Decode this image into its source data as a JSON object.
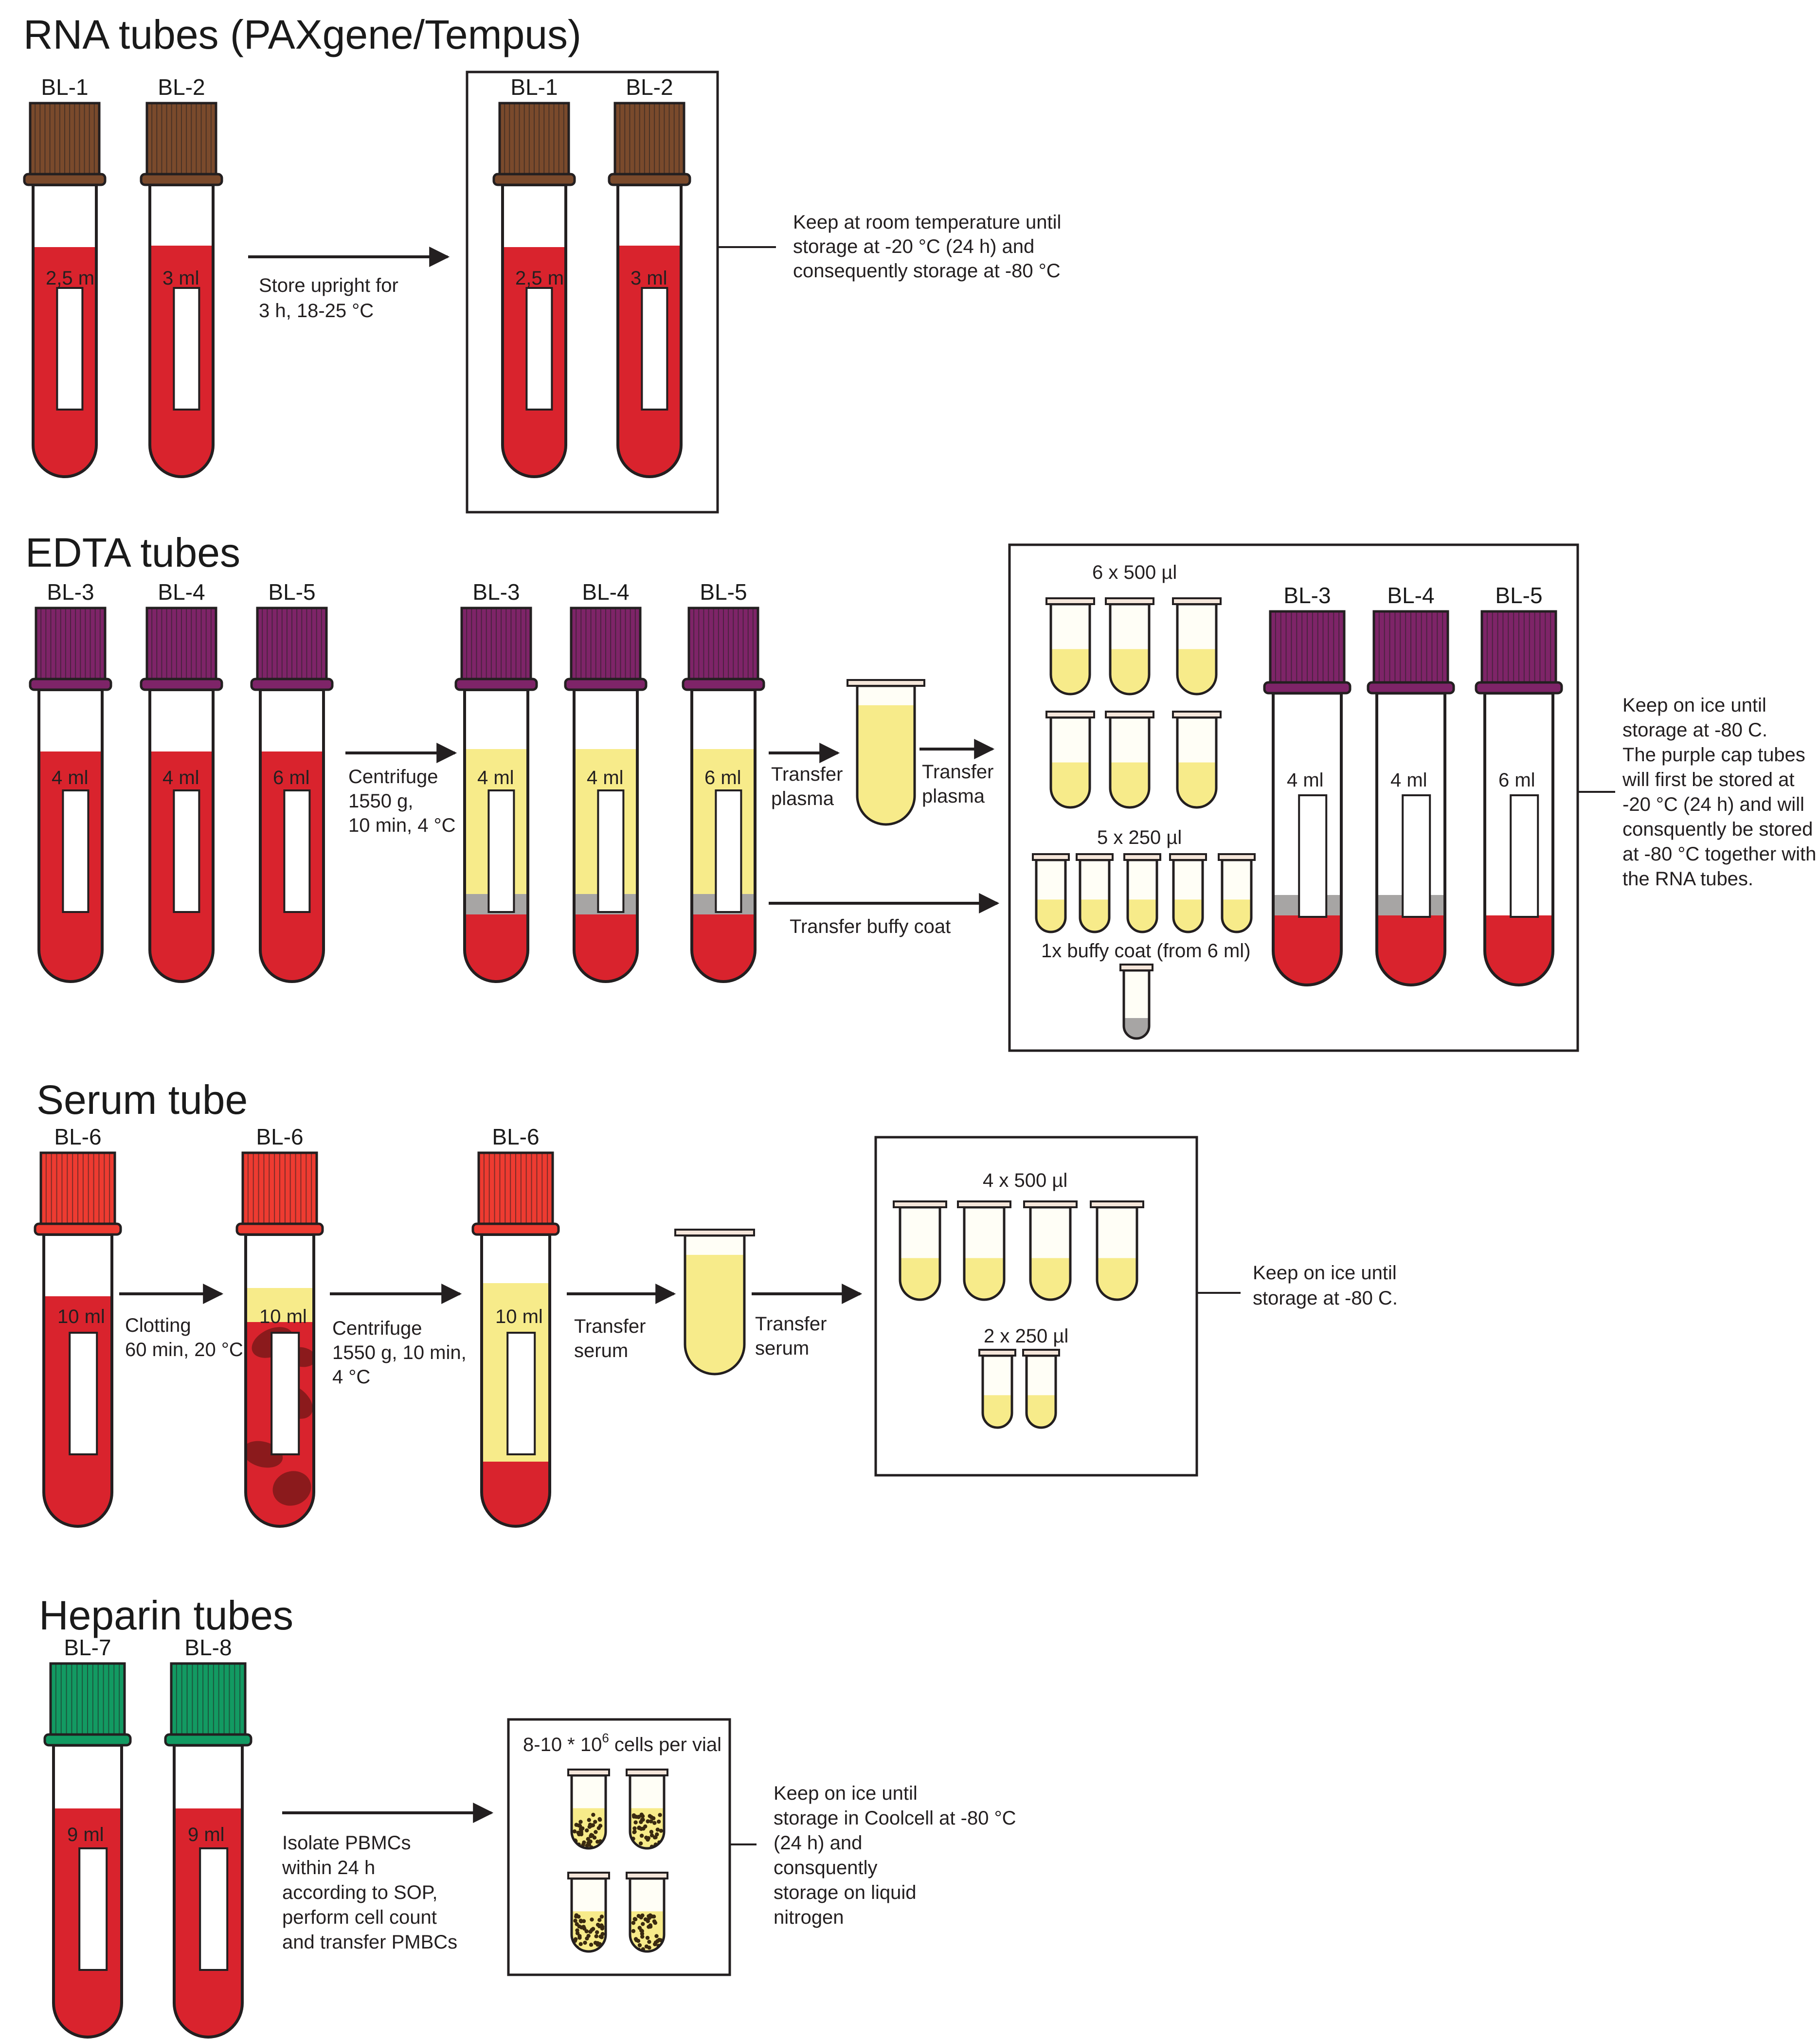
{
  "colors": {
    "blood": "#d9232d",
    "plasma": "#f7eb8a",
    "buffy": "#a7a5a4",
    "cap_rna": "#7a4a2c",
    "cap_edta": "#7e2468",
    "cap_serum": "#ee3b31",
    "cap_heparin": "#129a62",
    "clot": "#8b1a1c",
    "cell_dot": "#3a2a10",
    "outline": "#231f20"
  },
  "rna": {
    "title": "RNA tubes (PAXgene/Tempus)",
    "tube1": {
      "id": "BL-1",
      "volume": "2,5 ml"
    },
    "tube2": {
      "id": "BL-2",
      "volume": "3 ml"
    },
    "step": [
      "Store upright for",
      "3 h, 18-25 °C"
    ],
    "note": [
      "Keep at  room temperature until",
      "storage at -20 °C (24 h) and",
      "consequently storage at  -80 °C"
    ]
  },
  "edta": {
    "title": "EDTA tubes",
    "tubes": [
      {
        "id": "BL-3",
        "volume": "4 ml"
      },
      {
        "id": "BL-4",
        "volume": "4 ml"
      },
      {
        "id": "BL-5",
        "volume": "6 ml"
      }
    ],
    "centrifuge": [
      "Centrifuge",
      "1550 g,",
      "10 min, 4 °C"
    ],
    "transfer_plasma_1": [
      "Transfer",
      "plasma"
    ],
    "transfer_plasma_2": [
      "Transfer",
      "plasma"
    ],
    "transfer_buffy": "Transfer buffy coat",
    "aliquot_500": "6 x 500 µl",
    "aliquot_250": "5 x 250 µl",
    "buffy_label": "1x buffy coat (from 6 ml)",
    "note": [
      "Keep on ice until",
      "storage at -80 C.",
      "The purple cap tubes",
      "will first be stored at",
      "-20 °C (24 h) and will",
      "consquently be stored",
      "at -80 °C together with",
      "the RNA tubes."
    ]
  },
  "serum": {
    "title": "Serum tube",
    "id": "BL-6",
    "volume": "10 ml",
    "clotting": [
      "Clotting",
      "60 min, 20 °C"
    ],
    "centrifuge": [
      "Centrifuge",
      "1550 g, 10 min,",
      "4 °C"
    ],
    "transfer_1": [
      "Transfer",
      "serum"
    ],
    "transfer_2": [
      "Transfer",
      "serum"
    ],
    "aliquot_500": "4 x 500 µl",
    "aliquot_250": "2 x 250 µl",
    "note": [
      "Keep on ice until",
      "storage at -80 C."
    ]
  },
  "heparin": {
    "title": "Heparin tubes",
    "tube1": {
      "id": "BL-7",
      "volume": "9 ml"
    },
    "tube2": {
      "id": "BL-8",
      "volume": "9 ml"
    },
    "step": [
      "Isolate PBMCs",
      "within 24 h",
      "according to SOP,",
      "perform cell count",
      "and transfer PMBCs"
    ],
    "vial_label_a": "8-10 * 10",
    "vial_label_exp": "6",
    "vial_label_b": " cells per vial",
    "note": [
      "Keep on ice until",
      "storage in Coolcell at -80 °C",
      "(24 h) and",
      "consquently",
      "storage on liquid",
      "nitrogen"
    ]
  }
}
